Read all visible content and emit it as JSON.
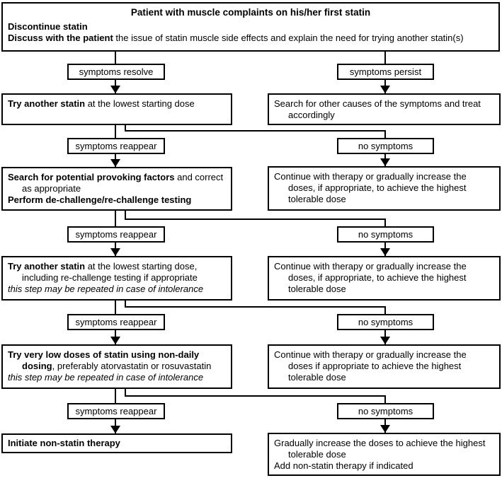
{
  "colors": {
    "line": "#000000",
    "box_background": "#ffffff",
    "text": "#000000"
  },
  "header": {
    "title": "Patient with muscle complaints on his/her first statin",
    "discontinue": "Discontinue statin",
    "discuss_bold": "Discuss with the patient",
    "discuss_rest": " the issue of statin muscle side effects and explain the need for trying another statin(s)"
  },
  "labels": {
    "resolve": "symptoms resolve",
    "persist": "symptoms persist",
    "reappear": "symptoms reappear",
    "no_symptoms": "no symptoms"
  },
  "left": {
    "box1": {
      "bold": "Try another statin",
      "rest": " at the lowest starting dose"
    },
    "box2": {
      "l1_bold": "Search for potential provoking factors",
      "l1_rest": " and correct",
      "l2": "as appropriate",
      "l3_bold": "Perform de-challenge/re-challenge testing"
    },
    "box3": {
      "l1_bold": "Try another statin",
      "l1_rest": " at the lowest starting dose,",
      "l2": "including re-challenge testing if appropriate",
      "l3_italic": "this step may be repeated in case of intolerance"
    },
    "box4": {
      "l1_bold": "Try very low doses of statin using non-daily",
      "l2_bold": "dosing",
      "l2_rest": ", preferably atorvastatin or rosuvastatin",
      "l3_italic": "this step may be repeated in case of intolerance"
    },
    "box5": {
      "bold": "Initiate non-statin therapy"
    }
  },
  "right": {
    "box1": {
      "l1": "Search for other causes of the symptoms and treat",
      "l2": "accordingly"
    },
    "box2": {
      "l1": "Continue with therapy or gradually increase the",
      "l2": "doses, if appropriate, to achieve the highest",
      "l3": "tolerable dose"
    },
    "box3": {
      "l1": "Continue with therapy or gradually increase the",
      "l2": "doses, if appropriate, to achieve the highest",
      "l3": "tolerable dose"
    },
    "box4": {
      "l1": "Continue with therapy or gradually increase the",
      "l2": "doses if appropriate to achieve the highest",
      "l3": "tolerable dose"
    },
    "box5": {
      "l1": "Gradually increase the doses to achieve the highest",
      "l2": "tolerable dose",
      "l3": "Add non-statin therapy if indicated"
    }
  }
}
